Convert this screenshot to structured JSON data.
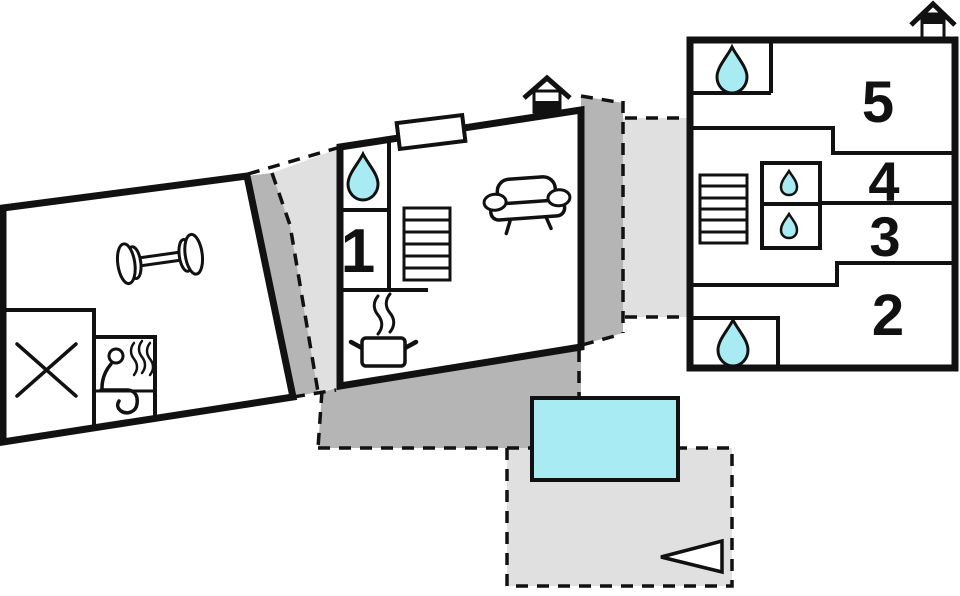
{
  "floor_plan": {
    "room_labels": {
      "room1": "1",
      "room2": "2",
      "room3": "3",
      "room4": "4",
      "room5": "5"
    },
    "colors": {
      "wall": "#111111",
      "water": "#a9ebf2",
      "terrace_dark": "#b5b5b5",
      "terrace_light": "#e0e0e0",
      "background": "#ffffff"
    },
    "icons": {
      "left_building": [
        "dumbbell-icon",
        "cross-box-icon",
        "sauna-icon"
      ],
      "middle_building": [
        "water-drop-icon",
        "stairs-icon",
        "sofa-icon",
        "cooking-pot-icon",
        "chimney-house-icon",
        "window-icon"
      ],
      "right_building": [
        "water-drop-icon",
        "water-drop-icon",
        "shower-drop-icon",
        "shower-drop-icon",
        "stairs-icon",
        "chimney-house-icon"
      ],
      "outdoor": [
        "pool-icon",
        "terrace-area",
        "arrow-icon"
      ]
    }
  }
}
